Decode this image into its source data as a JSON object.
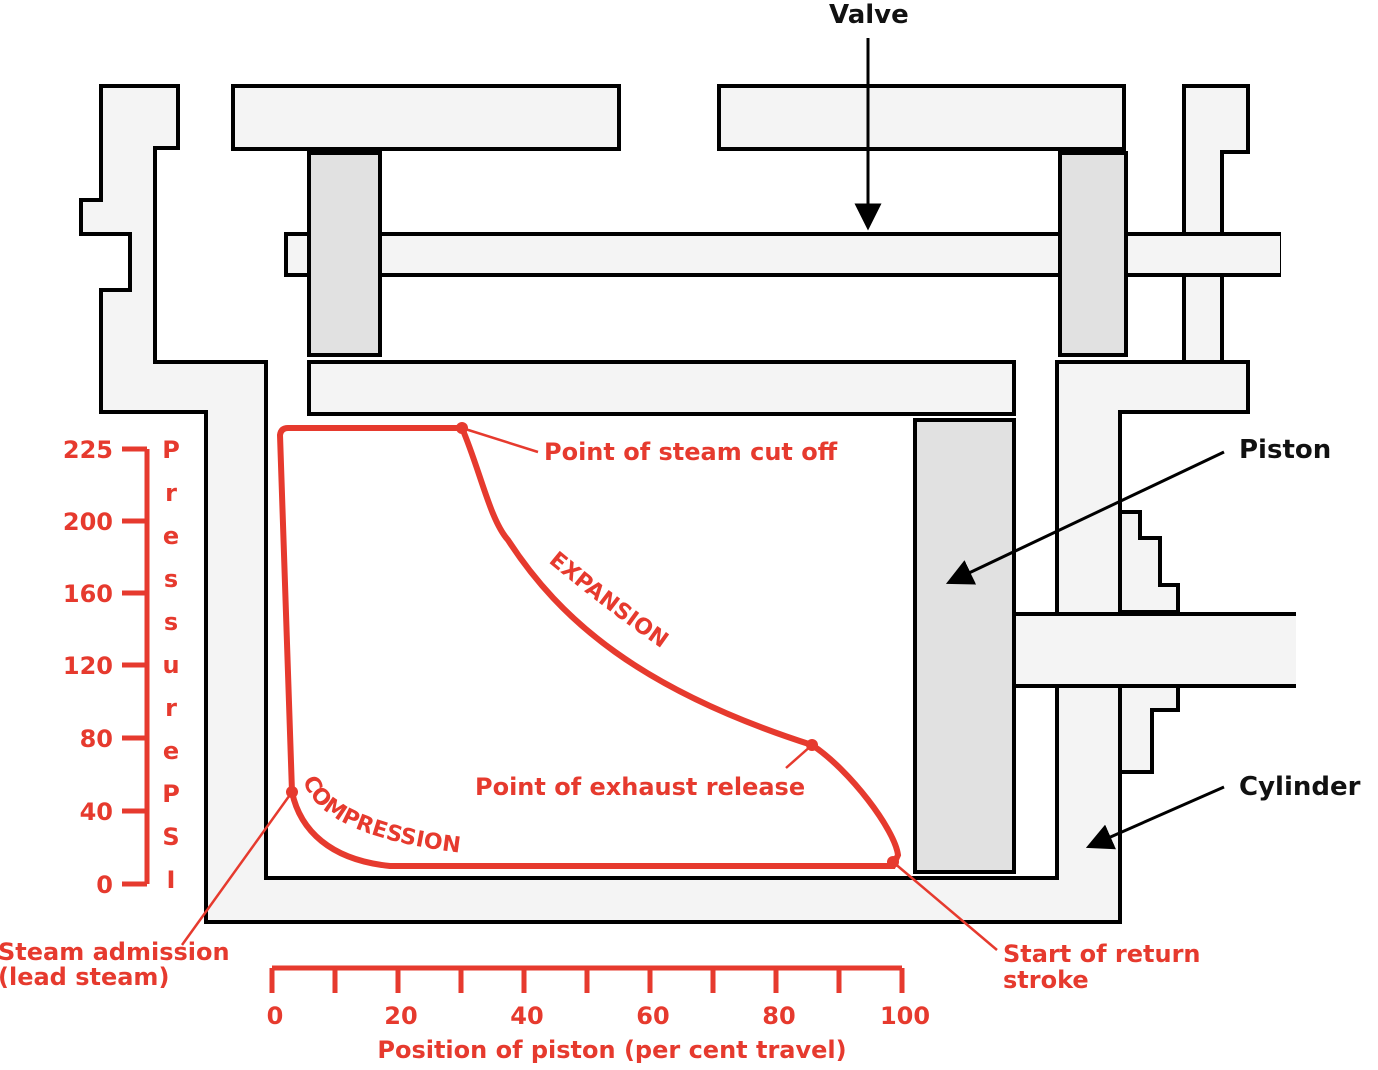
{
  "labels": {
    "valve": "Valve",
    "piston": "Piston",
    "cylinder": "Cylinder",
    "cutoff": "Point of steam cut off",
    "exhaust": "Point of exhaust release",
    "admission_line1": "Steam admission",
    "admission_line2": "(lead steam)",
    "return_line1": "Start of return",
    "return_line2": "stroke",
    "expansion": "EXPANSION",
    "compression": "COMPRESSION"
  },
  "pressure_axis": {
    "label_letters": [
      "P",
      "r",
      "e",
      "s",
      "s",
      "u",
      "r",
      "e",
      "P",
      "S",
      "I"
    ],
    "ticks": [
      {
        "value": 225,
        "label": "225"
      },
      {
        "value": 200,
        "label": "200"
      },
      {
        "value": 160,
        "label": "160"
      },
      {
        "value": 120,
        "label": "120"
      },
      {
        "value": 80,
        "label": "80"
      },
      {
        "value": 40,
        "label": "40"
      },
      {
        "value": 0,
        "label": "0"
      }
    ]
  },
  "position_axis": {
    "label": "Position of piston (per cent travel)",
    "ticks": [
      {
        "value": 0,
        "label": "0"
      },
      {
        "value": 20,
        "label": "20"
      },
      {
        "value": 40,
        "label": "40"
      },
      {
        "value": 60,
        "label": "60"
      },
      {
        "value": 80,
        "label": "80"
      },
      {
        "value": 100,
        "label": "100"
      }
    ]
  },
  "colors": {
    "red": "#e63a2e",
    "wall": "#f4f4f4",
    "dark_part": "#e1e1e1"
  }
}
